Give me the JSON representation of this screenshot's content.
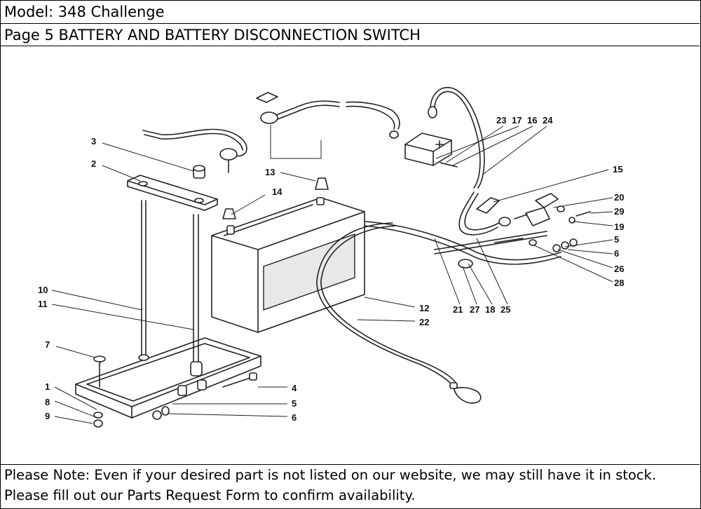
{
  "header": {
    "model": "Model: 348 Challenge",
    "page_title": "Page 5  BATTERY AND BATTERY DISCONNECTION SWITCH"
  },
  "diagram": {
    "callouts": {
      "c1": "1",
      "c2": "2",
      "c3": "3",
      "c4": "4",
      "c5a": "5",
      "c5b": "5",
      "c6a": "6",
      "c6b": "6",
      "c7": "7",
      "c8": "8",
      "c9": "9",
      "c10": "10",
      "c11": "11",
      "c12": "12",
      "c13": "13",
      "c14": "14",
      "c15": "15",
      "c16": "16",
      "c17": "17",
      "c18": "18",
      "c19": "19",
      "c20": "20",
      "c21": "21",
      "c22": "22",
      "c23": "23",
      "c24": "24",
      "c25": "25",
      "c26": "26",
      "c27": "27",
      "c28": "28",
      "c29": "29"
    }
  },
  "footer": {
    "line1": "Please Note: Even if your desired part is not listed on our website, we may still have it in stock.",
    "line2": "Please fill out our Parts Request Form to confirm availability."
  }
}
